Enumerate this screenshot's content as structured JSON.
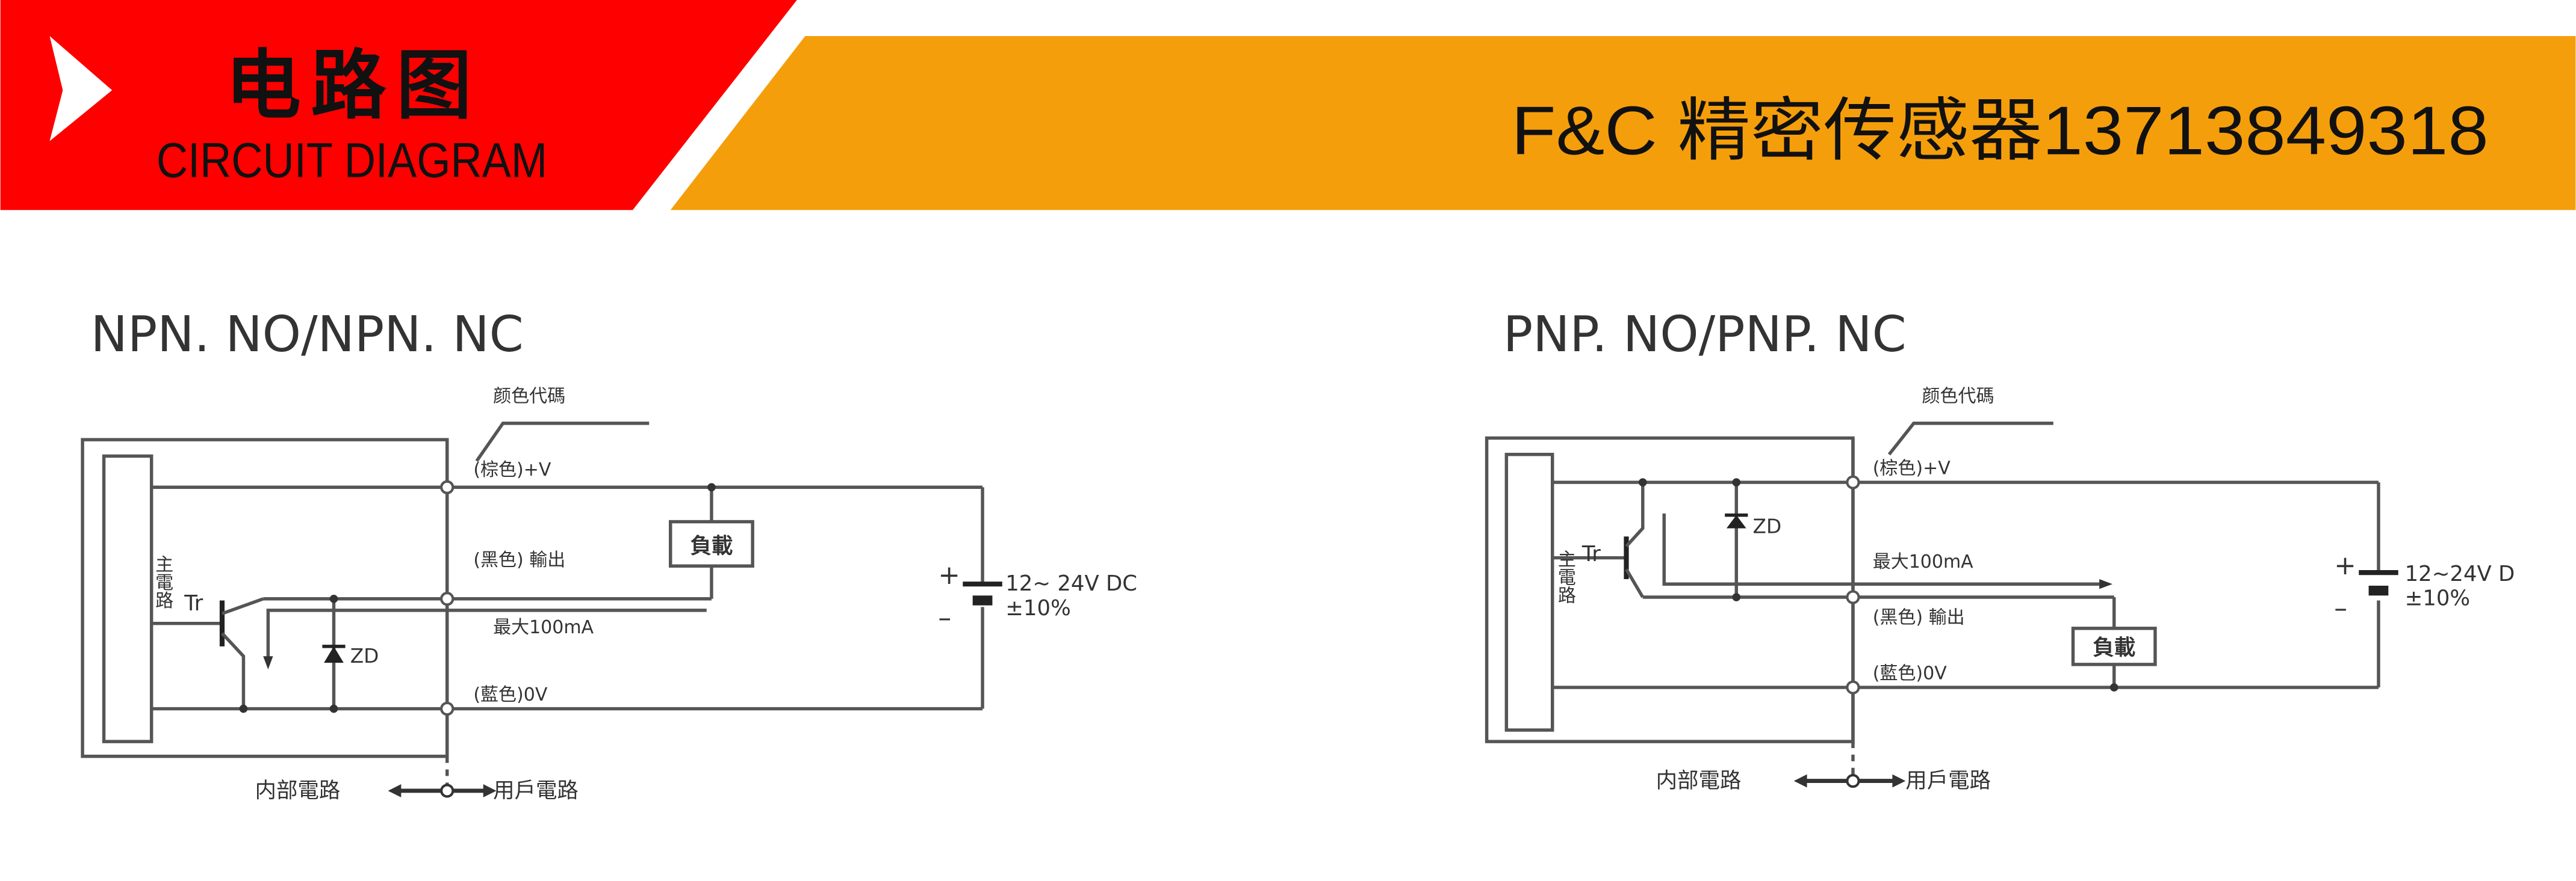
{
  "header": {
    "title_cn": "电路图",
    "title_en": "CIRCUIT DIAGRAM",
    "company": "F&C 精密传感器13713849318",
    "colors": {
      "red": "#ff0000",
      "orange": "#f59e0b"
    }
  },
  "npn": {
    "title": "NPN. NO/NPN. NC",
    "color_code": "颜色代碼",
    "brown": "(棕色)+V",
    "black": "(黑色) 輸出",
    "blue": "(藍色)0V",
    "max_current": "最大100mA",
    "load": "負載",
    "voltage": "12~ 24V DC",
    "tolerance": "±10%",
    "plus": "+",
    "minus": "–",
    "transistor": "Tr",
    "zener": "ZD",
    "main_circuit": "主電路",
    "internal": "内部電路",
    "user": "用戶電路"
  },
  "pnp": {
    "title": "PNP. NO/PNP. NC",
    "color_code": "颜色代碼",
    "brown": "(棕色)+V",
    "black": "(黑色) 輸出",
    "blue": "(藍色)0V",
    "max_current": "最大100mA",
    "load": "負載",
    "voltage": "12~24V D",
    "tolerance": "±10%",
    "plus": "+",
    "minus": "–",
    "transistor": "Tr",
    "zener": "ZD",
    "main_circuit": "主電路",
    "internal": "内部電路",
    "user": "用戶電路"
  }
}
